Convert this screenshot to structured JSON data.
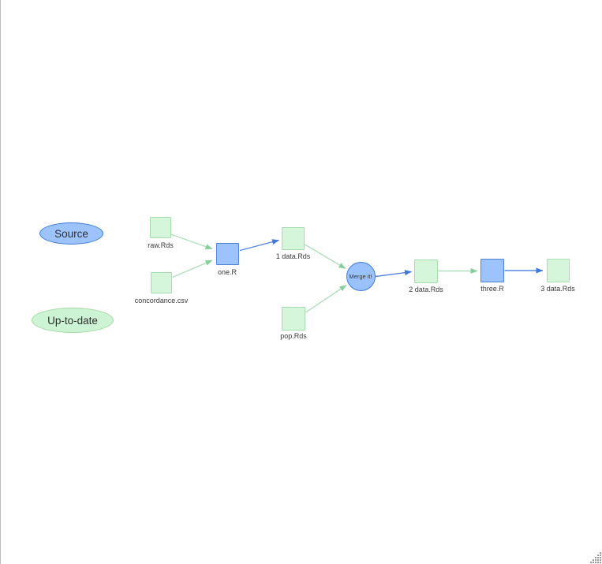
{
  "window": {
    "background": "#ffffff",
    "pane_border_color": "#bcbcbc",
    "resize_grip_icon": "resize-grip-icon"
  },
  "legend": {
    "source": {
      "label": "Source",
      "fill": "#9cc3fb",
      "border": "#3d79da",
      "shape": "ellipse"
    },
    "up_to_date": {
      "label": "Up-to-date",
      "fill": "#ccf3d3",
      "border": "#a5d9a5",
      "shape": "ellipse"
    }
  },
  "graph": {
    "node_colors": {
      "source_script": {
        "fill": "#9cc3fb",
        "border": "#4d82df"
      },
      "up_to_date_data": {
        "fill": "#d5f6da",
        "border": "#a5ddae"
      }
    },
    "edge_colors": {
      "green": "#b0dfbb",
      "green_arrow": "#86cf9a",
      "blue": "#5587e2",
      "blue_arrow": "#3f77dd"
    },
    "nodes": [
      {
        "id": "raw",
        "label": "raw.Rds",
        "shape": "square",
        "kind": "up_to_date_data"
      },
      {
        "id": "concordance",
        "label": "concordance.csv",
        "shape": "square",
        "kind": "up_to_date_data"
      },
      {
        "id": "one",
        "label": "one.R",
        "shape": "square",
        "kind": "source_script"
      },
      {
        "id": "data1",
        "label": "1 data.Rds",
        "shape": "square",
        "kind": "up_to_date_data"
      },
      {
        "id": "pop",
        "label": "pop.Rds",
        "shape": "square",
        "kind": "up_to_date_data"
      },
      {
        "id": "merge",
        "label": "Merge it!",
        "shape": "circle",
        "kind": "source_script"
      },
      {
        "id": "data2",
        "label": "2 data.Rds",
        "shape": "square",
        "kind": "up_to_date_data"
      },
      {
        "id": "three",
        "label": "three.R",
        "shape": "square",
        "kind": "source_script"
      },
      {
        "id": "data3",
        "label": "3 data.Rds",
        "shape": "square",
        "kind": "up_to_date_data"
      }
    ],
    "edges": [
      {
        "from": "raw.Rds",
        "to": "one.R",
        "color": "green"
      },
      {
        "from": "concordance.csv",
        "to": "one.R",
        "color": "green"
      },
      {
        "from": "one.R",
        "to": "1 data.Rds",
        "color": "blue"
      },
      {
        "from": "1 data.Rds",
        "to": "Merge it!",
        "color": "green"
      },
      {
        "from": "pop.Rds",
        "to": "Merge it!",
        "color": "green"
      },
      {
        "from": "Merge it!",
        "to": "2 data.Rds",
        "color": "blue"
      },
      {
        "from": "2 data.Rds",
        "to": "three.R",
        "color": "green"
      },
      {
        "from": "three.R",
        "to": "3 data.Rds",
        "color": "blue"
      }
    ]
  }
}
